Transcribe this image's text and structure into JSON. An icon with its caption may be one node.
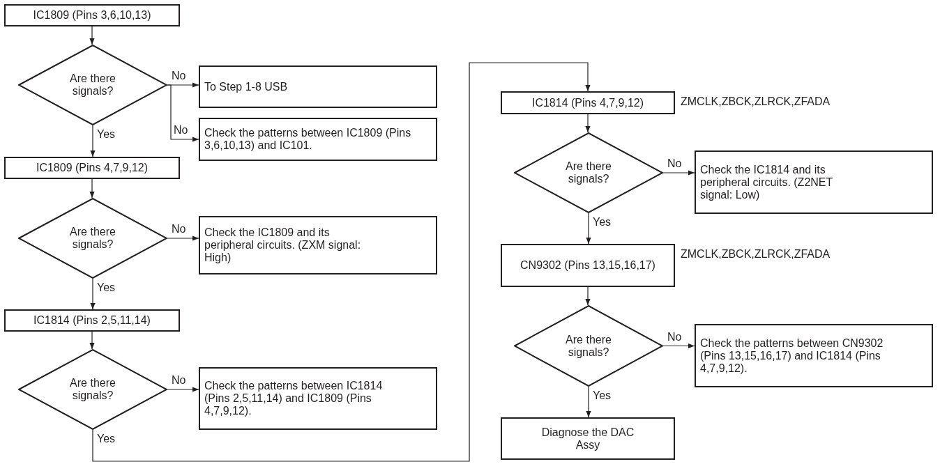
{
  "diagram": {
    "nodes": [
      {
        "text": [
          "IC1809 (Pins 3,6,10,13)"
        ]
      },
      {
        "text": [
          "Are there signals?"
        ]
      },
      {
        "text": [
          "To Step 1-8 USB"
        ]
      },
      {
        "text": [
          "Check the patterns between IC1809 (Pins 3,6,10,13) and IC101."
        ]
      },
      {
        "text": [
          "IC1809 (Pins 4,7,9,12)"
        ]
      },
      {
        "text": [
          "Are there signals?"
        ]
      },
      {
        "text": [
          "Check the IC1809 and its peripheral circuits. (ZXM signal: High)"
        ]
      },
      {
        "text": [
          "IC1814 (Pins 2,5,11,14)"
        ]
      },
      {
        "text": [
          "Are there signals?"
        ]
      },
      {
        "text": [
          "Check the patterns between IC1814 (Pins 2,5,11,14) and IC1809 (Pins 4,7,9,12)."
        ]
      },
      {
        "text": [
          "IC1814 (Pins 4,7,9,12)"
        ],
        "beside": [
          "ZMCLK,ZBCK,ZLRCK,ZFADA"
        ]
      },
      {
        "text": [
          "Are there signals?"
        ]
      },
      {
        "text": [
          "Check the IC1814 and its peripheral circuits. (Z2NET signal: Low)"
        ]
      },
      {
        "text": [
          "CN9302 (Pins 13,15,16,17)"
        ],
        "beside": [
          "ZMCLK,ZBCK,ZLRCK,ZFADA"
        ]
      },
      {
        "text": [
          "Are there signals?"
        ]
      },
      {
        "text": [
          "Check the patterns between CN9302 (Pins 13,15,16,17) and IC1814 (Pins 4,7,9,12)."
        ]
      },
      {
        "text": [
          "Diagnose the DAC Assy"
        ]
      }
    ],
    "edges": [
      {
        "from": 0,
        "to": 1,
        "arrow": "to"
      },
      {
        "from": 1,
        "to": 2,
        "arrow": "to",
        "label": "No"
      },
      {
        "from": 1,
        "to": 3,
        "arrow": "to",
        "label": "No"
      },
      {
        "from": 1,
        "to": 4,
        "arrow": "to",
        "label": "Yes"
      },
      {
        "from": 4,
        "to": 5,
        "arrow": "to"
      },
      {
        "from": 5,
        "to": 6,
        "arrow": "to",
        "label": "No"
      },
      {
        "from": 5,
        "to": 7,
        "arrow": "to",
        "label": "Yes"
      },
      {
        "from": 7,
        "to": 8,
        "arrow": "to"
      },
      {
        "from": 8,
        "to": 9,
        "arrow": "to",
        "label": "No"
      },
      {
        "from": 8,
        "to": 10,
        "arrow": "to",
        "label": "Yes"
      },
      {
        "from": 10,
        "to": 11,
        "arrow": "to"
      },
      {
        "from": 11,
        "to": 12,
        "arrow": "to",
        "label": "No"
      },
      {
        "from": 11,
        "to": 13,
        "arrow": "to",
        "label": "Yes"
      },
      {
        "from": 13,
        "to": 14,
        "arrow": "to"
      },
      {
        "from": 14,
        "to": 15,
        "arrow": "to",
        "label": "No"
      },
      {
        "from": 14,
        "to": 16,
        "arrow": "to",
        "label": "Yes"
      }
    ]
  }
}
